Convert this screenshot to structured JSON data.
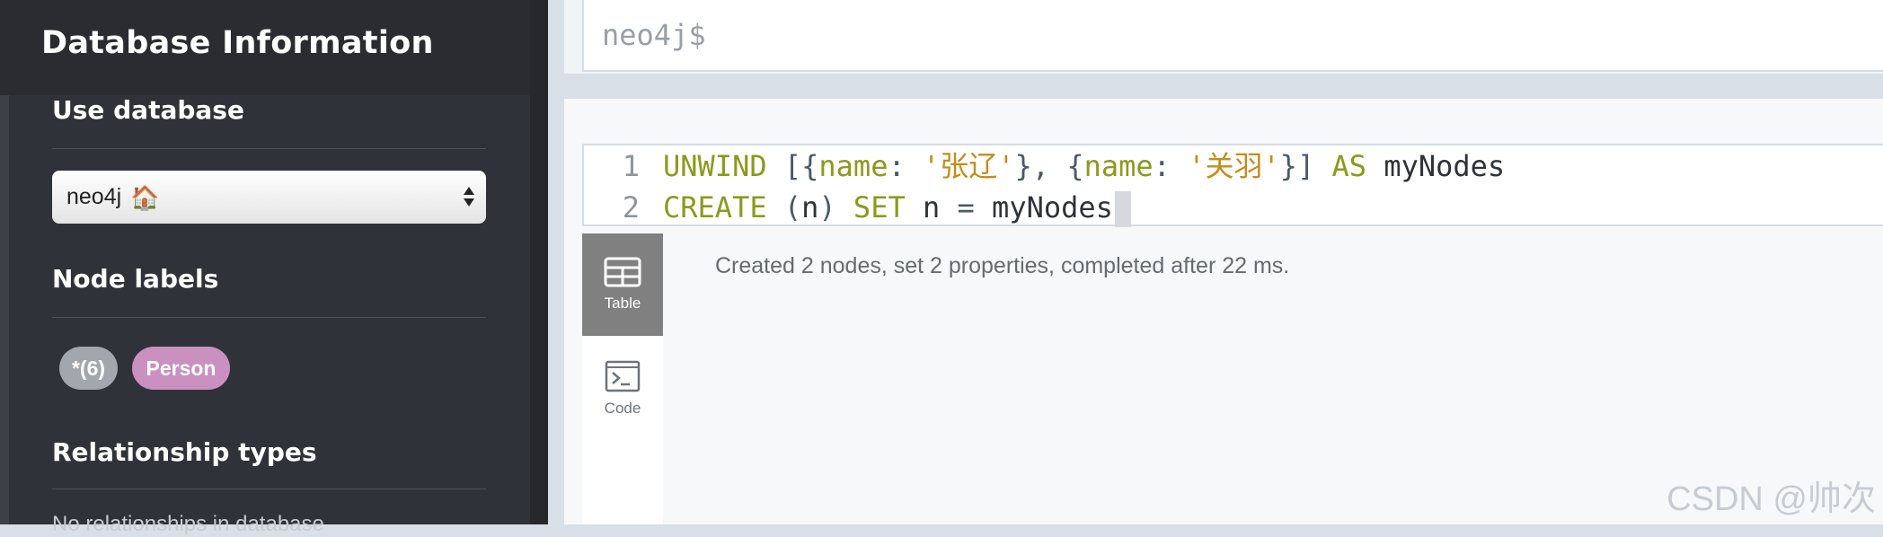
{
  "sidebar": {
    "title": "Database Information",
    "use_database": {
      "heading": "Use database",
      "selected": "neo4j",
      "selected_icon": "house-icon"
    },
    "node_labels": {
      "heading": "Node labels",
      "items": [
        "*(6)",
        "Person"
      ],
      "colors": [
        "#a2a6ad",
        "#c990c0"
      ]
    },
    "relationship_types": {
      "heading": "Relationship types",
      "empty_text": "No relationships in database"
    }
  },
  "editor": {
    "prompt": "neo4j$"
  },
  "frame": {
    "code": {
      "line_numbers": [
        "1",
        "2"
      ]
    },
    "view_tabs": [
      {
        "label": "Table",
        "icon": "table-icon",
        "active": true
      },
      {
        "label": "Code",
        "icon": "terminal-icon",
        "active": false
      }
    ],
    "result_message": "Created 2 nodes, set 2 properties, completed after 22 ms."
  },
  "watermark": "CSDN @帅次",
  "colors": {
    "sidebar_bg": "#2f3238",
    "keyword": "#8b9a1d",
    "string": "#c48d1a",
    "person_label": "#c990c0"
  }
}
